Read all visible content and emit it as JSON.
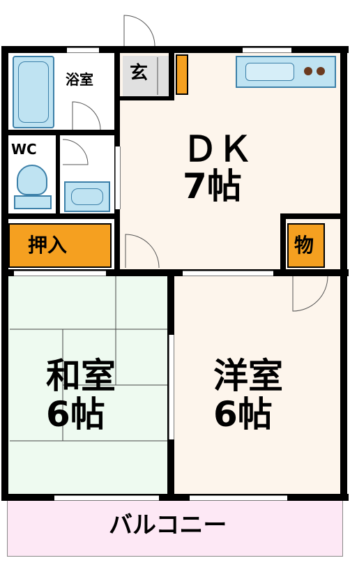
{
  "rooms": {
    "bath": "浴室",
    "wc": "WC",
    "entrance": "玄",
    "dk": "ＤＫ\n7帖",
    "closet": "押入",
    "storage": "物",
    "washitsu": "和室\n6帖",
    "youshitsu": "洋室\n6帖",
    "balcony": "バルコニー"
  },
  "colors": {
    "dk_floor": "#fdf5ec",
    "tatami": "#eefaf0",
    "balcony": "#fde8f5",
    "storage": "#f5a020",
    "fixture": "#bfe3f2",
    "fixture_edge": "#3b7fa8",
    "entrance": "#e0e0e0",
    "wet_area": "#ffffff"
  }
}
